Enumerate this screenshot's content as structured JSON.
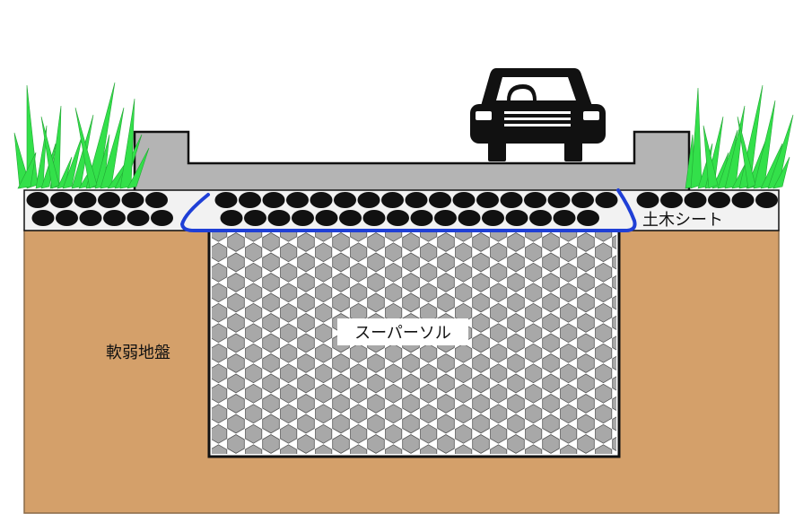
{
  "labels": {
    "geotextile": "土木シート",
    "super_sol": "スーパーソル",
    "soft_ground": "軟弱地盤"
  },
  "colors": {
    "soil": "#d4a06a",
    "soil_edge": "#8a6a48",
    "road": "#b4b4b4",
    "gravel_layer": "#f2f2f2",
    "stones": "#111111",
    "blue_sheet": "#1f3fd6",
    "hex_fill": "#a8a8a8",
    "hex_stroke": "#555555",
    "grass": "#33e04a",
    "car": "#111111"
  },
  "icons": {
    "vehicle": "car-icon",
    "vegetation": "grass-icon"
  }
}
